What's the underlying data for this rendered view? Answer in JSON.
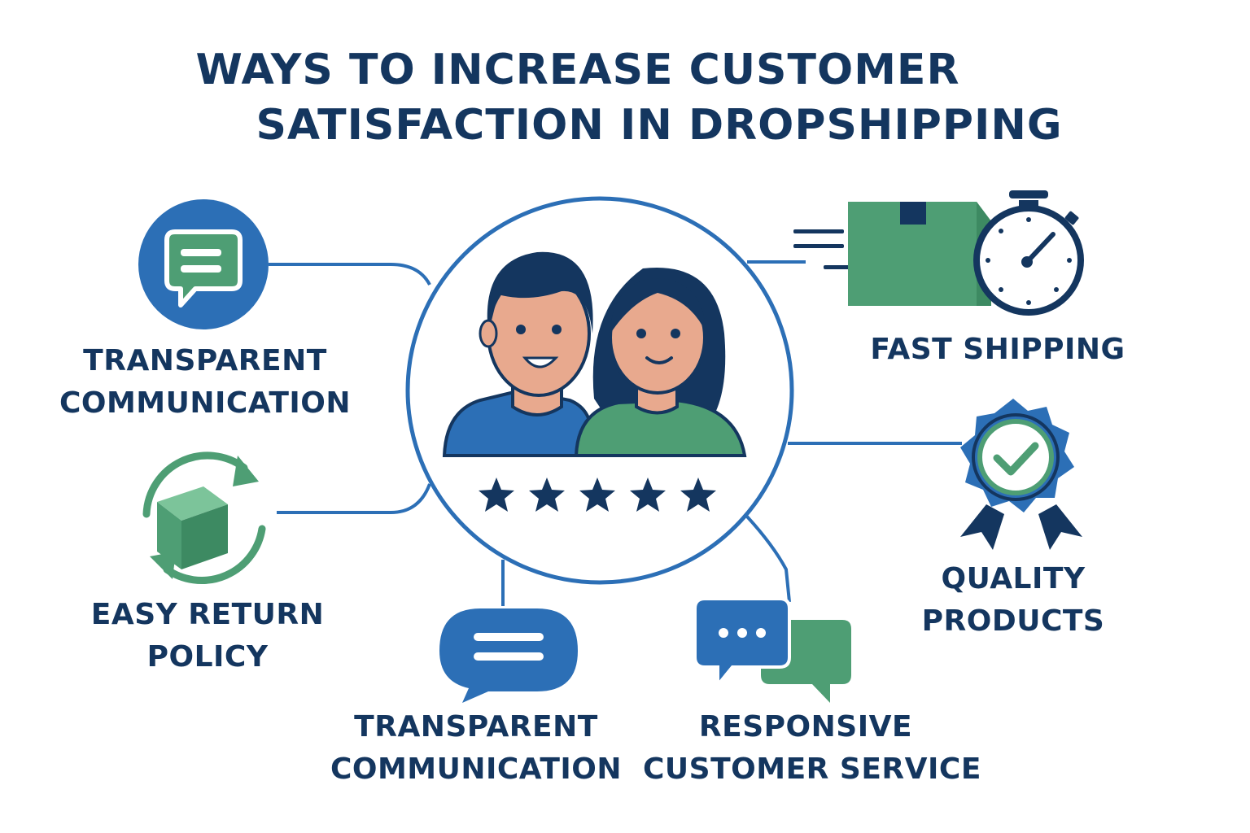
{
  "title": {
    "line1": "WAYS TO INCREASE CUSTOMER",
    "line2": "SATISFACTION IN DROPSHIPPING"
  },
  "center": {
    "stars": 5
  },
  "items": [
    {
      "id": "transparent-communication-top",
      "line1": "TRANSPARENT",
      "line2": "COMMUNICATION",
      "icon": "chat-message-icon"
    },
    {
      "id": "easy-return-policy",
      "line1": "EASY RETURN",
      "line2": "POLICY",
      "icon": "return-box-icon"
    },
    {
      "id": "transparent-communication-bottom",
      "line1": "TRANSPARENT",
      "line2": "COMMUNICATION",
      "icon": "speech-bubble-icon"
    },
    {
      "id": "responsive-customer-service",
      "line1": "RESPONSIVE",
      "line2": "CUSTOMER SERVICE",
      "icon": "chat-bubbles-icon"
    },
    {
      "id": "fast-shipping",
      "line1": "FAST SHIPPING",
      "line2": "",
      "icon": "shipping-stopwatch-icon"
    },
    {
      "id": "quality-products",
      "line1": "QUALITY",
      "line2": "PRODUCTS",
      "icon": "quality-badge-icon"
    }
  ],
  "colors": {
    "navy": "#14365f",
    "blue": "#2c6fb6",
    "green": "#4e9e74",
    "skin": "#e8a98e"
  }
}
